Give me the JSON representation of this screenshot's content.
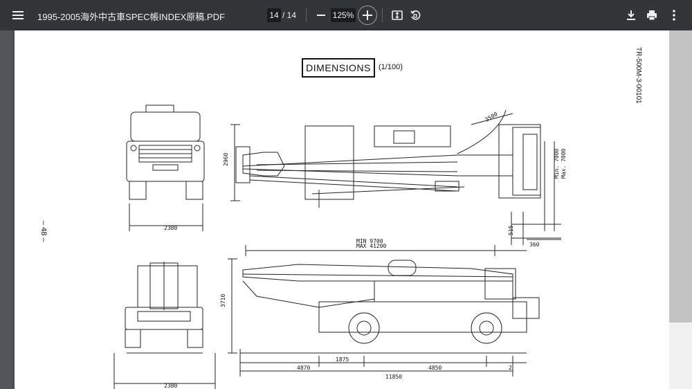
{
  "toolbar": {
    "title": "1995-2005海外中古車SPEC帳INDEX原稿.PDF",
    "page_current": "14",
    "page_total": "/ 14",
    "zoom": "125%"
  },
  "document": {
    "heading": "DIMENSIONS",
    "scale": "(1/100)",
    "code": "TR-500M-3-00101",
    "page_number": "– 48 –",
    "labels": {
      "front_width_top": "2380",
      "front_width_bottom": "2380",
      "height_top": "2960",
      "height_side": "3710",
      "radius": "3500",
      "min_turn": "Min. 7000",
      "max_turn": "Max. 7000",
      "dim_515": "515",
      "dim_360": "360",
      "boom_min": "MIN  9700",
      "boom_max": "MAX 41200",
      "len_1875": "1875",
      "len_4870": "4870",
      "len_4850": "4850",
      "len_11850": "11850",
      "len_2": "2"
    }
  },
  "colors": {
    "toolbar_bg": "#323639",
    "viewer_bg": "#525659",
    "page_bg": "#ffffff"
  }
}
